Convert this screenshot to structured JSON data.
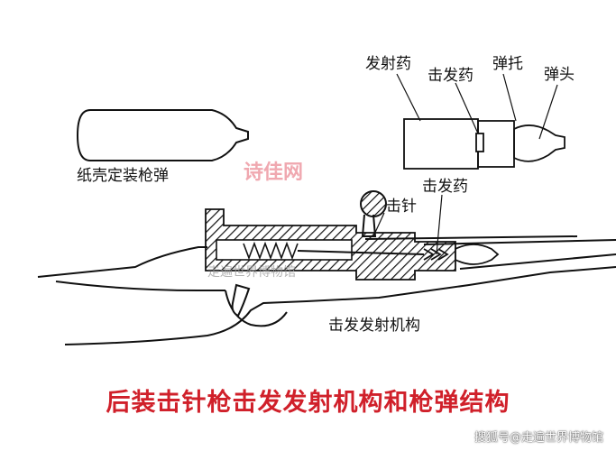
{
  "labels": {
    "paper_cartridge": "纸壳定装枪弹",
    "propellant": "发射药",
    "primer_top": "击发药",
    "sabot": "弹托",
    "bullet": "弹头",
    "firing_pin": "击针",
    "primer_mid": "击发药",
    "mechanism": "击发发射机构"
  },
  "caption": "后装击针枪击发发射机构和枪弹结构",
  "watermarks": {
    "site": "诗佳网",
    "museum": "走遍世界博物馆"
  },
  "source": "搜狐号@走遍世界博物馆",
  "colors": {
    "ink": "#111111",
    "caption": "#d0202a",
    "watermark": "#f0a8b0"
  }
}
